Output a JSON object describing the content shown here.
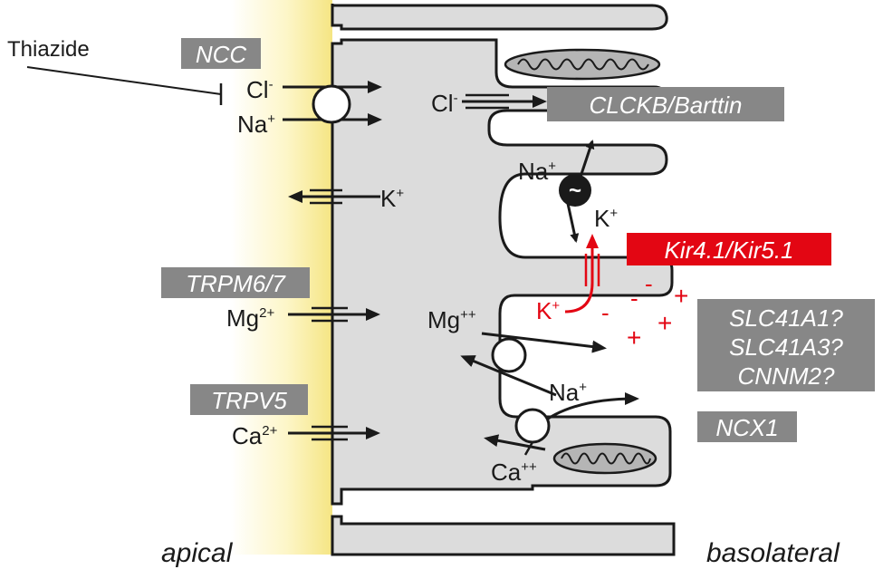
{
  "labels": {
    "drug": "Thiazide",
    "apical": "apical",
    "basolateral": "basolateral",
    "ncc": "NCC",
    "clckb": "CLCKB/Barttin",
    "trpm": "TRPM6/7",
    "trpv": "TRPV5",
    "kir": "Kir4.1/Kir5.1",
    "slc1": "SLC41A1?",
    "slc2": "SLC41A3?",
    "cnnm": "CNNM2?",
    "ncx": "NCX1"
  },
  "ions": {
    "cl": "Cl",
    "cl_charge": "-",
    "na": "Na",
    "na_charge": "+",
    "k": "K",
    "k_charge": "+",
    "mg2": "Mg",
    "mg2_charge": "2+",
    "ca2": "Ca",
    "ca2_charge": "2+",
    "mgpp": "Mg",
    "mgpp_charge": "++",
    "capp": "Ca",
    "capp_charge": "++",
    "pump": "~"
  },
  "charges": {
    "minus": "-",
    "plus": "+"
  },
  "colors": {
    "cell": "#dcdcdc",
    "lumen": "#fdf6c8",
    "lumen_edge": "#f5e583",
    "tag_bg": "#878787",
    "accent": "#e30613",
    "line": "#1a1a1a"
  }
}
